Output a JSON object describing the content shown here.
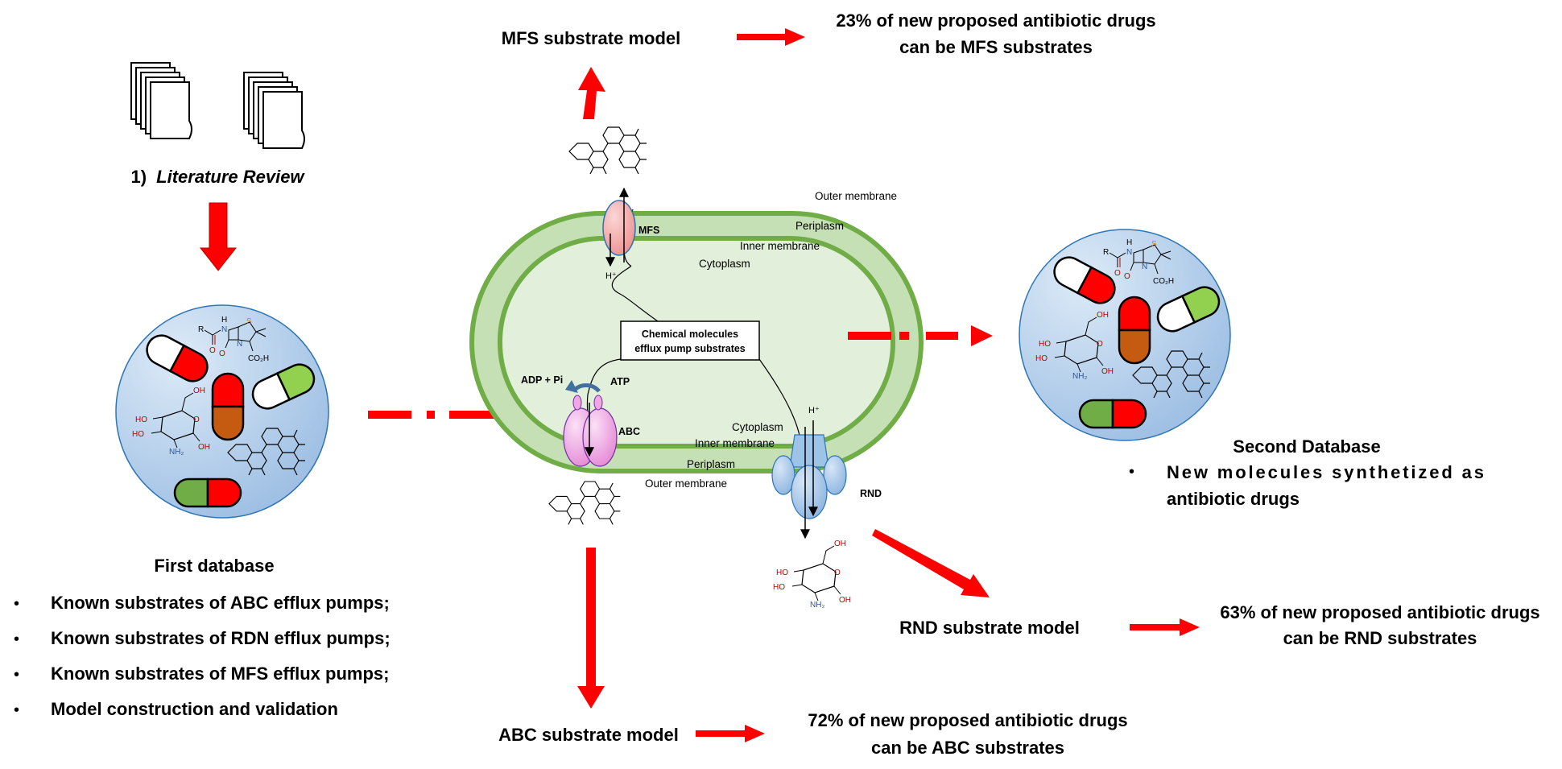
{
  "literature": {
    "number": "1)",
    "title": "Literature Review"
  },
  "first_database": {
    "title": "First database",
    "bullets": [
      "Known substrates of ABC efflux pumps;",
      "Known substrates of RDN efflux pumps;",
      "Known substrates of MFS efflux pumps;",
      "Model construction and validation"
    ]
  },
  "second_database": {
    "title": "Second Database",
    "bullet_line1": "New molecules synthetized as",
    "bullet_line2": "antibiotic drugs"
  },
  "cell": {
    "outer_membrane_top": "Outer membrane",
    "periplasm_top": "Periplasm",
    "inner_membrane_top": "Inner membrane",
    "cytoplasm_top": "Cytoplasm",
    "cytoplasm_bottom": "Cytoplasm",
    "inner_membrane_bottom": "Inner membrane",
    "periplasm_bottom": "Periplasm",
    "outer_membrane_bottom": "Outer membrane",
    "center_box_line1": "Chemical molecules",
    "center_box_line2": "efflux pump substrates",
    "mfs_label": "MFS",
    "abc_label": "ABC",
    "rnd_label": "RND",
    "adp_label": "ADP + Pi",
    "atp_label": "ATP",
    "proton_label": "H⁺"
  },
  "models": {
    "mfs": {
      "name": "MFS substrate model",
      "result_line1": "23% of new proposed antibiotic drugs",
      "result_line2": "can be MFS substrates"
    },
    "abc": {
      "name": "ABC substrate model",
      "result_line1": "72% of new proposed antibiotic drugs",
      "result_line2": "can be ABC substrates"
    },
    "rnd": {
      "name": "RND substrate model",
      "result_line1": "63% of new proposed antibiotic drugs",
      "result_line2": "can be RND substrates"
    }
  },
  "molecule_labels": {
    "r": "R",
    "h": "H",
    "n": "N",
    "o": "O",
    "s": "S",
    "co2h": "CO₂H",
    "oh": "OH",
    "ho": "HO",
    "nh2": "NH₂"
  },
  "colors": {
    "arrow_red": "#ff0000",
    "membrane_green": "#70ad47",
    "periplasm_green": "#c5e0b4",
    "cytoplasm_green": "#e2efda",
    "mfs_pink": "#f4a6a6",
    "abc_pink": "#f2a6e6",
    "rnd_blue": "#9dc3e6",
    "circle_blue": "#bdd7ee",
    "pill_red": "#ff0000",
    "pill_green": "#70ad47",
    "pill_orange": "#c55a11"
  }
}
